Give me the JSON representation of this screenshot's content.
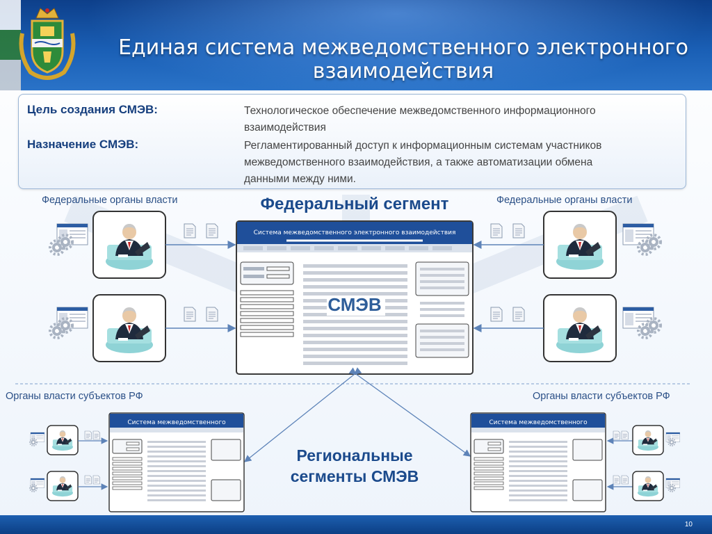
{
  "header": {
    "title_line1": "Единая система межведомственного электронного",
    "title_line2": "взаимодействия"
  },
  "info": {
    "goal_label": "Цель создания СМЭВ:",
    "goal_line1": "Технологическое обеспечение межведомственного информационного",
    "goal_line2": "взаимодействия",
    "purpose_label": "Назначение СМЭВ:",
    "purpose_line1": "Регламентированный доступ к информационным системам участников",
    "purpose_line2": "межведомственного взаимодействия, а также автоматизации обмена",
    "purpose_line3": "данными между ними."
  },
  "federal": {
    "segment_title": "Федеральный сегмент",
    "left_label": "Федеральные органы власти",
    "right_label": "Федеральные органы власти",
    "window_title": "Система межведомственного электронного взаимодействия",
    "center_label": "СМЭВ"
  },
  "regional": {
    "left_label": "Органы власти субъектов РФ",
    "right_label": "Органы власти субъектов РФ",
    "window_title_left": "Система межведомственного",
    "window_title_right": "Система межведомственного",
    "segment_title_line1": "Региональные",
    "segment_title_line2": "сегменты СМЭВ"
  },
  "footer": {
    "page_number": "10"
  },
  "colors": {
    "header_blue": "#1a5fb5",
    "title_text": "#163f7e",
    "window_bar": "#1f4f9a",
    "arrow": "#5d83b8"
  },
  "icons": {
    "emblem": "coat-of-arms-icon",
    "official": "official-at-computer-icon",
    "document": "document-icon",
    "gear": "gear-icon",
    "screen": "screen-icon"
  }
}
